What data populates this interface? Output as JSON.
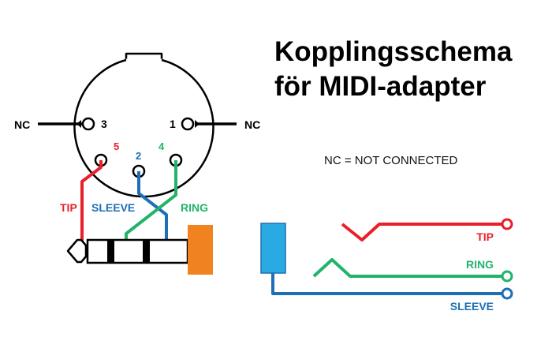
{
  "title_line1": "Kopplingsschema",
  "title_line2": "för MIDI-adapter",
  "legend": "NC = NOT CONNECTED",
  "pins": {
    "nc_left": "NC",
    "nc_right": "NC",
    "pin3": "3",
    "pin1": "1",
    "pin5": "5",
    "pin2": "2",
    "pin4": "4"
  },
  "jack_labels": {
    "tip": "TIP",
    "sleeve": "SLEEVE",
    "ring": "RING"
  },
  "right_labels": {
    "tip": "TIP",
    "ring": "RING",
    "sleeve": "SLEEVE"
  },
  "colors": {
    "tip": "#e8202a",
    "ring": "#22b36b",
    "sleeve": "#1e6fb5",
    "plug_housing": "#f08320",
    "socket_housing": "#29aae2"
  }
}
